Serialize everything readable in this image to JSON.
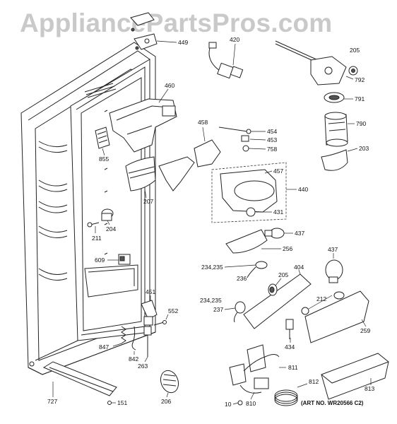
{
  "watermark": "AppliancePartsPros.com",
  "art_number": "(ART NO. WR20566 C2)",
  "callouts": [
    {
      "id": "449",
      "label": "449"
    },
    {
      "id": "420",
      "label": "420"
    },
    {
      "id": "205a",
      "label": "205"
    },
    {
      "id": "792",
      "label": "792"
    },
    {
      "id": "460",
      "label": "460"
    },
    {
      "id": "791",
      "label": "791"
    },
    {
      "id": "790",
      "label": "790"
    },
    {
      "id": "855",
      "label": "855"
    },
    {
      "id": "458",
      "label": "458"
    },
    {
      "id": "454",
      "label": "454"
    },
    {
      "id": "453",
      "label": "453"
    },
    {
      "id": "758",
      "label": "758"
    },
    {
      "id": "203",
      "label": "203"
    },
    {
      "id": "457",
      "label": "457"
    },
    {
      "id": "440",
      "label": "440"
    },
    {
      "id": "207",
      "label": "207"
    },
    {
      "id": "431",
      "label": "431"
    },
    {
      "id": "204",
      "label": "204"
    },
    {
      "id": "211",
      "label": "211"
    },
    {
      "id": "437a",
      "label": "437"
    },
    {
      "id": "256",
      "label": "256"
    },
    {
      "id": "609",
      "label": "609"
    },
    {
      "id": "437b",
      "label": "437"
    },
    {
      "id": "234_235a",
      "label": "234,235"
    },
    {
      "id": "404",
      "label": "404"
    },
    {
      "id": "236",
      "label": "236"
    },
    {
      "id": "205b",
      "label": "205"
    },
    {
      "id": "212",
      "label": "212"
    },
    {
      "id": "451",
      "label": "451"
    },
    {
      "id": "234_235b",
      "label": "234,235"
    },
    {
      "id": "552",
      "label": "552"
    },
    {
      "id": "237",
      "label": "237"
    },
    {
      "id": "847",
      "label": "847"
    },
    {
      "id": "842",
      "label": "842"
    },
    {
      "id": "434",
      "label": "434"
    },
    {
      "id": "259",
      "label": "259"
    },
    {
      "id": "263",
      "label": "263"
    },
    {
      "id": "811",
      "label": "811"
    },
    {
      "id": "727",
      "label": "727"
    },
    {
      "id": "151",
      "label": "151"
    },
    {
      "id": "812",
      "label": "812"
    },
    {
      "id": "813",
      "label": "813"
    },
    {
      "id": "206",
      "label": "206"
    },
    {
      "id": "10",
      "label": "10"
    },
    {
      "id": "810",
      "label": "810"
    }
  ]
}
